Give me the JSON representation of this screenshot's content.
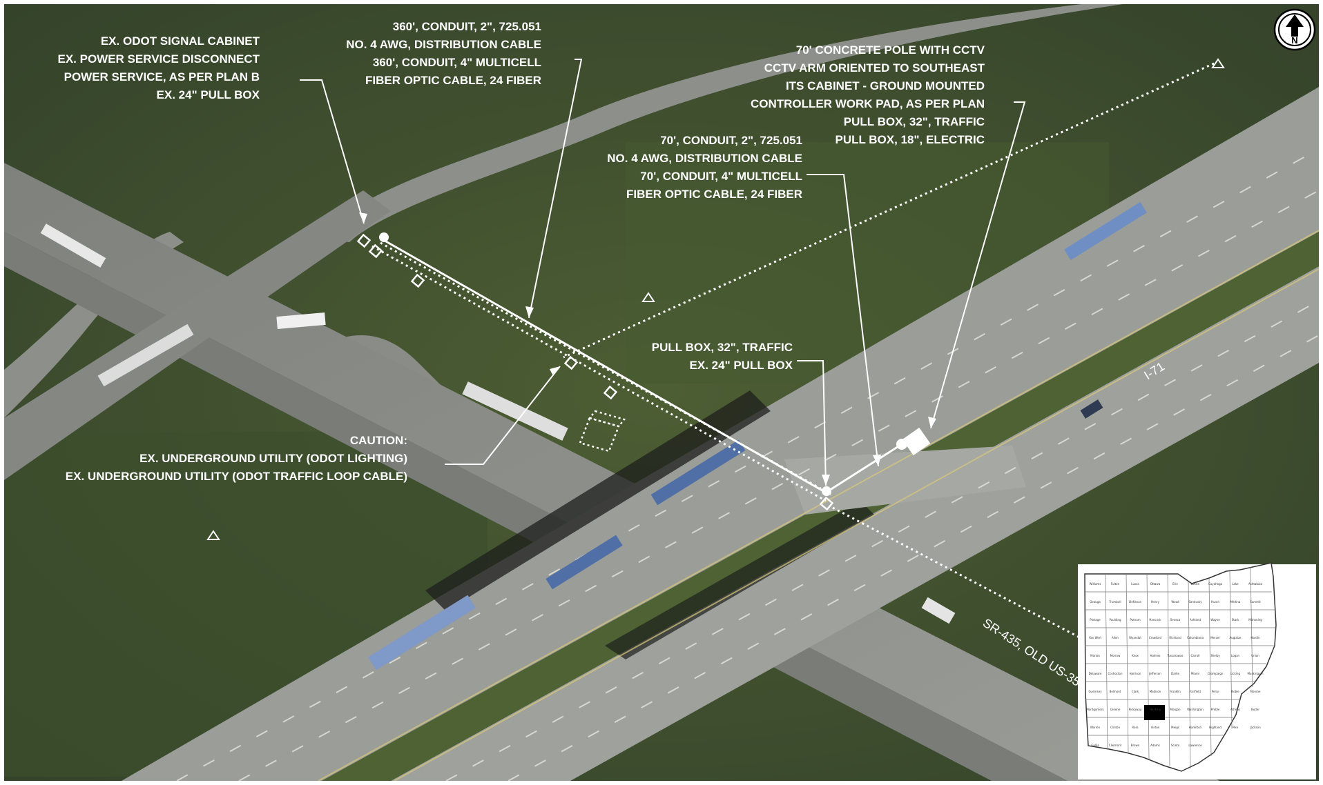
{
  "callouts": {
    "cabinet": [
      "EX. ODOT SIGNAL CABINET",
      "EX. POWER SERVICE DISCONNECT",
      "POWER SERVICE, AS PER PLAN B",
      "EX. 24\" PULL BOX"
    ],
    "conduit_360": [
      "360', CONDUIT, 2\", 725.051",
      "NO. 4 AWG, DISTRIBUTION CABLE",
      "360', CONDUIT, 4\" MULTICELL",
      "FIBER OPTIC CABLE, 24 FIBER"
    ],
    "pole": [
      "70' CONCRETE POLE WITH CCTV",
      "CCTV ARM ORIENTED TO SOUTHEAST",
      "ITS CABINET - GROUND MOUNTED",
      "CONTROLLER WORK PAD, AS PER PLAN",
      "PULL BOX, 32\", TRAFFIC",
      "PULL BOX, 18\", ELECTRIC"
    ],
    "conduit_70": [
      "70', CONDUIT, 2\", 725.051",
      "NO. 4 AWG, DISTRIBUTION CABLE",
      "70', CONDUIT, 4\" MULTICELL",
      "FIBER OPTIC CABLE, 24 FIBER"
    ],
    "pullbox": [
      "PULL BOX, 32\", TRAFFIC",
      "EX. 24\" PULL BOX"
    ],
    "caution": [
      "CAUTION:",
      "EX. UNDERGROUND UTILITY (ODOT LIGHTING)",
      "EX. UNDERGROUND UTILITY (ODOT TRAFFIC LOOP CABLE)"
    ]
  },
  "roads": {
    "interstate": "I-71",
    "state_route": "SR-435, OLD US-35"
  },
  "north_arrow": {
    "letter": "N",
    "icon": "north-arrow-icon"
  },
  "inset_map": {
    "title": "Ohio counties",
    "counties": [
      "Williams",
      "Fulton",
      "Lucas",
      "Ottawa",
      "Erie",
      "Lorain",
      "Cuyahoga",
      "Lake",
      "Ashtabula",
      "Geauga",
      "Trumbull",
      "Defiance",
      "Henry",
      "Wood",
      "Sandusky",
      "Huron",
      "Medina",
      "Summit",
      "Portage",
      "Paulding",
      "Putnam",
      "Hancock",
      "Seneca",
      "Ashland",
      "Wayne",
      "Stark",
      "Mahoning",
      "Van Wert",
      "Allen",
      "Wyandot",
      "Crawford",
      "Richland",
      "Columbiana",
      "Mercer",
      "Auglaize",
      "Hardin",
      "Marion",
      "Morrow",
      "Knox",
      "Holmes",
      "Tuscarawas",
      "Carroll",
      "Shelby",
      "Logan",
      "Union",
      "Delaware",
      "Coshocton",
      "Harrison",
      "Jefferson",
      "Darke",
      "Miami",
      "Champaign",
      "Licking",
      "Muskingum",
      "Guernsey",
      "Belmont",
      "Clark",
      "Madison",
      "Franklin",
      "Fairfield",
      "Perry",
      "Noble",
      "Monroe",
      "Montgomery",
      "Greene",
      "Pickaway",
      "Hocking",
      "Morgan",
      "Washington",
      "Preble",
      "Athens",
      "Butler",
      "Warren",
      "Clinton",
      "Ross",
      "Vinton",
      "Meigs",
      "Hamilton",
      "Highland",
      "Pike",
      "Jackson",
      "Gallia",
      "Clermont",
      "Brown",
      "Adams",
      "Scioto",
      "Lawrence"
    ],
    "highlighted": "Fayette"
  },
  "colors": {
    "annotation": "#ffffff",
    "grass": "#44552f",
    "pavement": "#8a8c88",
    "highlight": "#000000"
  }
}
